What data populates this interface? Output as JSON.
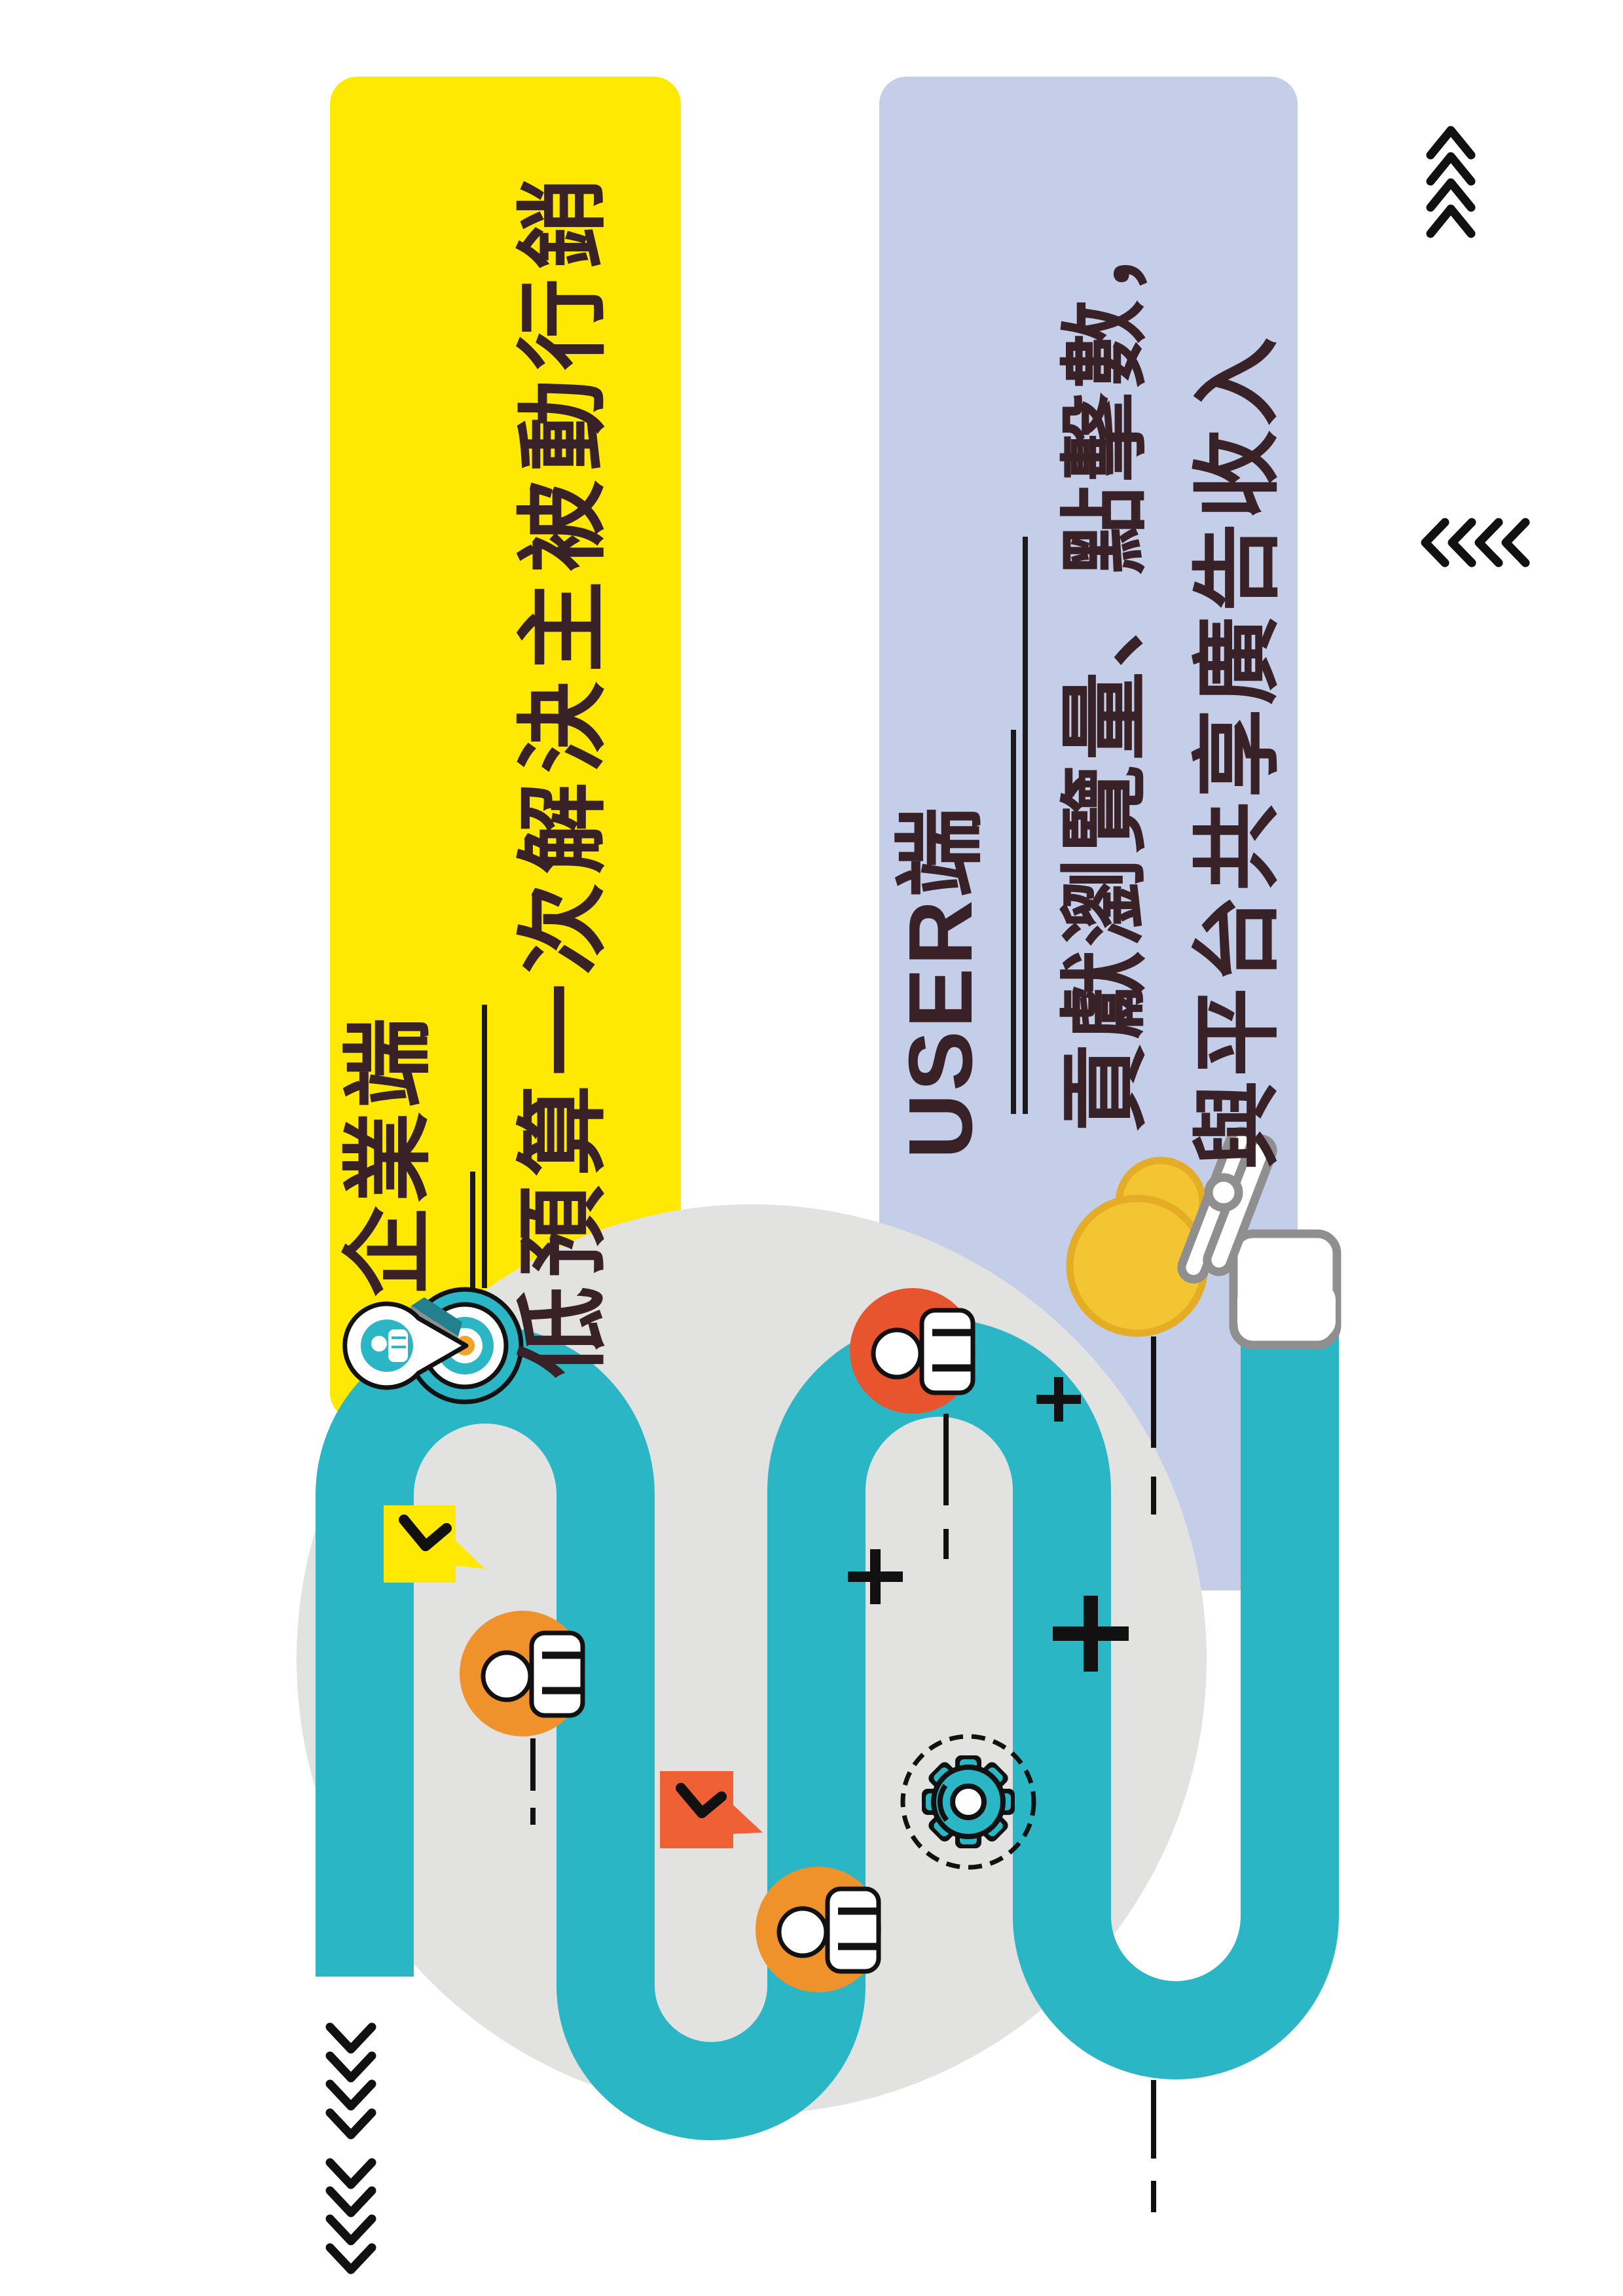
{
  "poster": {
    "enterprise_panel": {
      "heading": "企業端",
      "title": "低預算一次解決主被動行銷",
      "bg_color": "#FFE903"
    },
    "user_panel": {
      "heading": "USER端",
      "benefit_line1": "貢獻瀏覽量、點擊數，",
      "benefit_line2": "與平台共享廣告收入",
      "bg_color": "#C5CEE9"
    },
    "colors": {
      "teal_path": "#2BB6C6",
      "gray_circle": "#E2E2E1",
      "text_dark": "#392227",
      "person_orange": "#F0922B",
      "person_red_orange": "#E8542E",
      "speech_bubble_yellow": "#FFE903",
      "speech_bubble_orange": "#EF6135",
      "coin_fill": "#F4C533",
      "coin_edge": "#E5AC26",
      "hand_outline": "#8F8F8F",
      "target_center": "#F5A328",
      "arrow_black": "#111111"
    },
    "icons": [
      "target-icon",
      "location-pin-icon",
      "person-icon",
      "chat-bubble-icon",
      "gear-icon",
      "coin-icon",
      "hand-icon",
      "plus-icon",
      "chevron-arrow-icon"
    ]
  }
}
